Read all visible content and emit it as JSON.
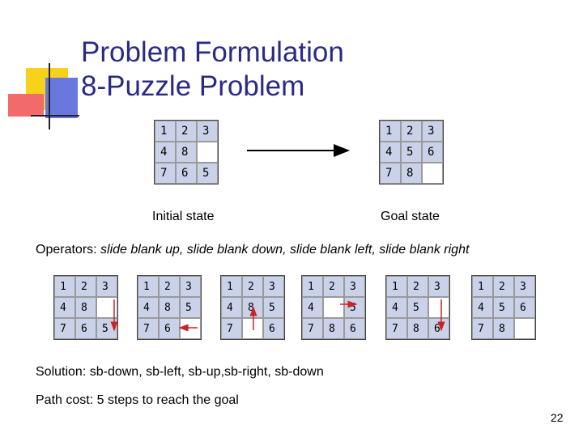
{
  "title_lines": [
    "Problem Formulation",
    "8-Puzzle Problem"
  ],
  "initial_grid": [
    "1",
    "2",
    "3",
    "4",
    "8",
    "",
    "7",
    "6",
    "5"
  ],
  "goal_grid": [
    "1",
    "2",
    "3",
    "4",
    "5",
    "6",
    "7",
    "8",
    ""
  ],
  "initial_label": "Initial state",
  "goal_label": "Goal state",
  "operators": {
    "prefix": "Operators: ",
    "list": "slide blank up, slide blank down, slide blank left, slide blank right"
  },
  "sequence": [
    [
      "1",
      "2",
      "3",
      "4",
      "8",
      "",
      "7",
      "6",
      "5"
    ],
    [
      "1",
      "2",
      "3",
      "4",
      "8",
      "5",
      "7",
      "6",
      ""
    ],
    [
      "1",
      "2",
      "3",
      "4",
      "8",
      "5",
      "7",
      "",
      "6"
    ],
    [
      "1",
      "2",
      "3",
      "4",
      "",
      "5",
      "7",
      "8",
      "6"
    ],
    [
      "1",
      "2",
      "3",
      "4",
      "5",
      "",
      "7",
      "8",
      "6"
    ],
    [
      "1",
      "2",
      "3",
      "4",
      "5",
      "6",
      "7",
      "8",
      ""
    ]
  ],
  "solution": "Solution: sb-down, sb-left, sb-up,sb-right, sb-down",
  "path_cost": "Path cost: 5 steps to reach the goal",
  "page_number": "22",
  "colors": {
    "title": "#2a2a86",
    "tile": "#c9d2e8",
    "arrow": "#cc2222",
    "deco_yellow": "#f7d21a",
    "deco_red": "#f26a6a",
    "deco_blue": "#5a6ad8"
  }
}
